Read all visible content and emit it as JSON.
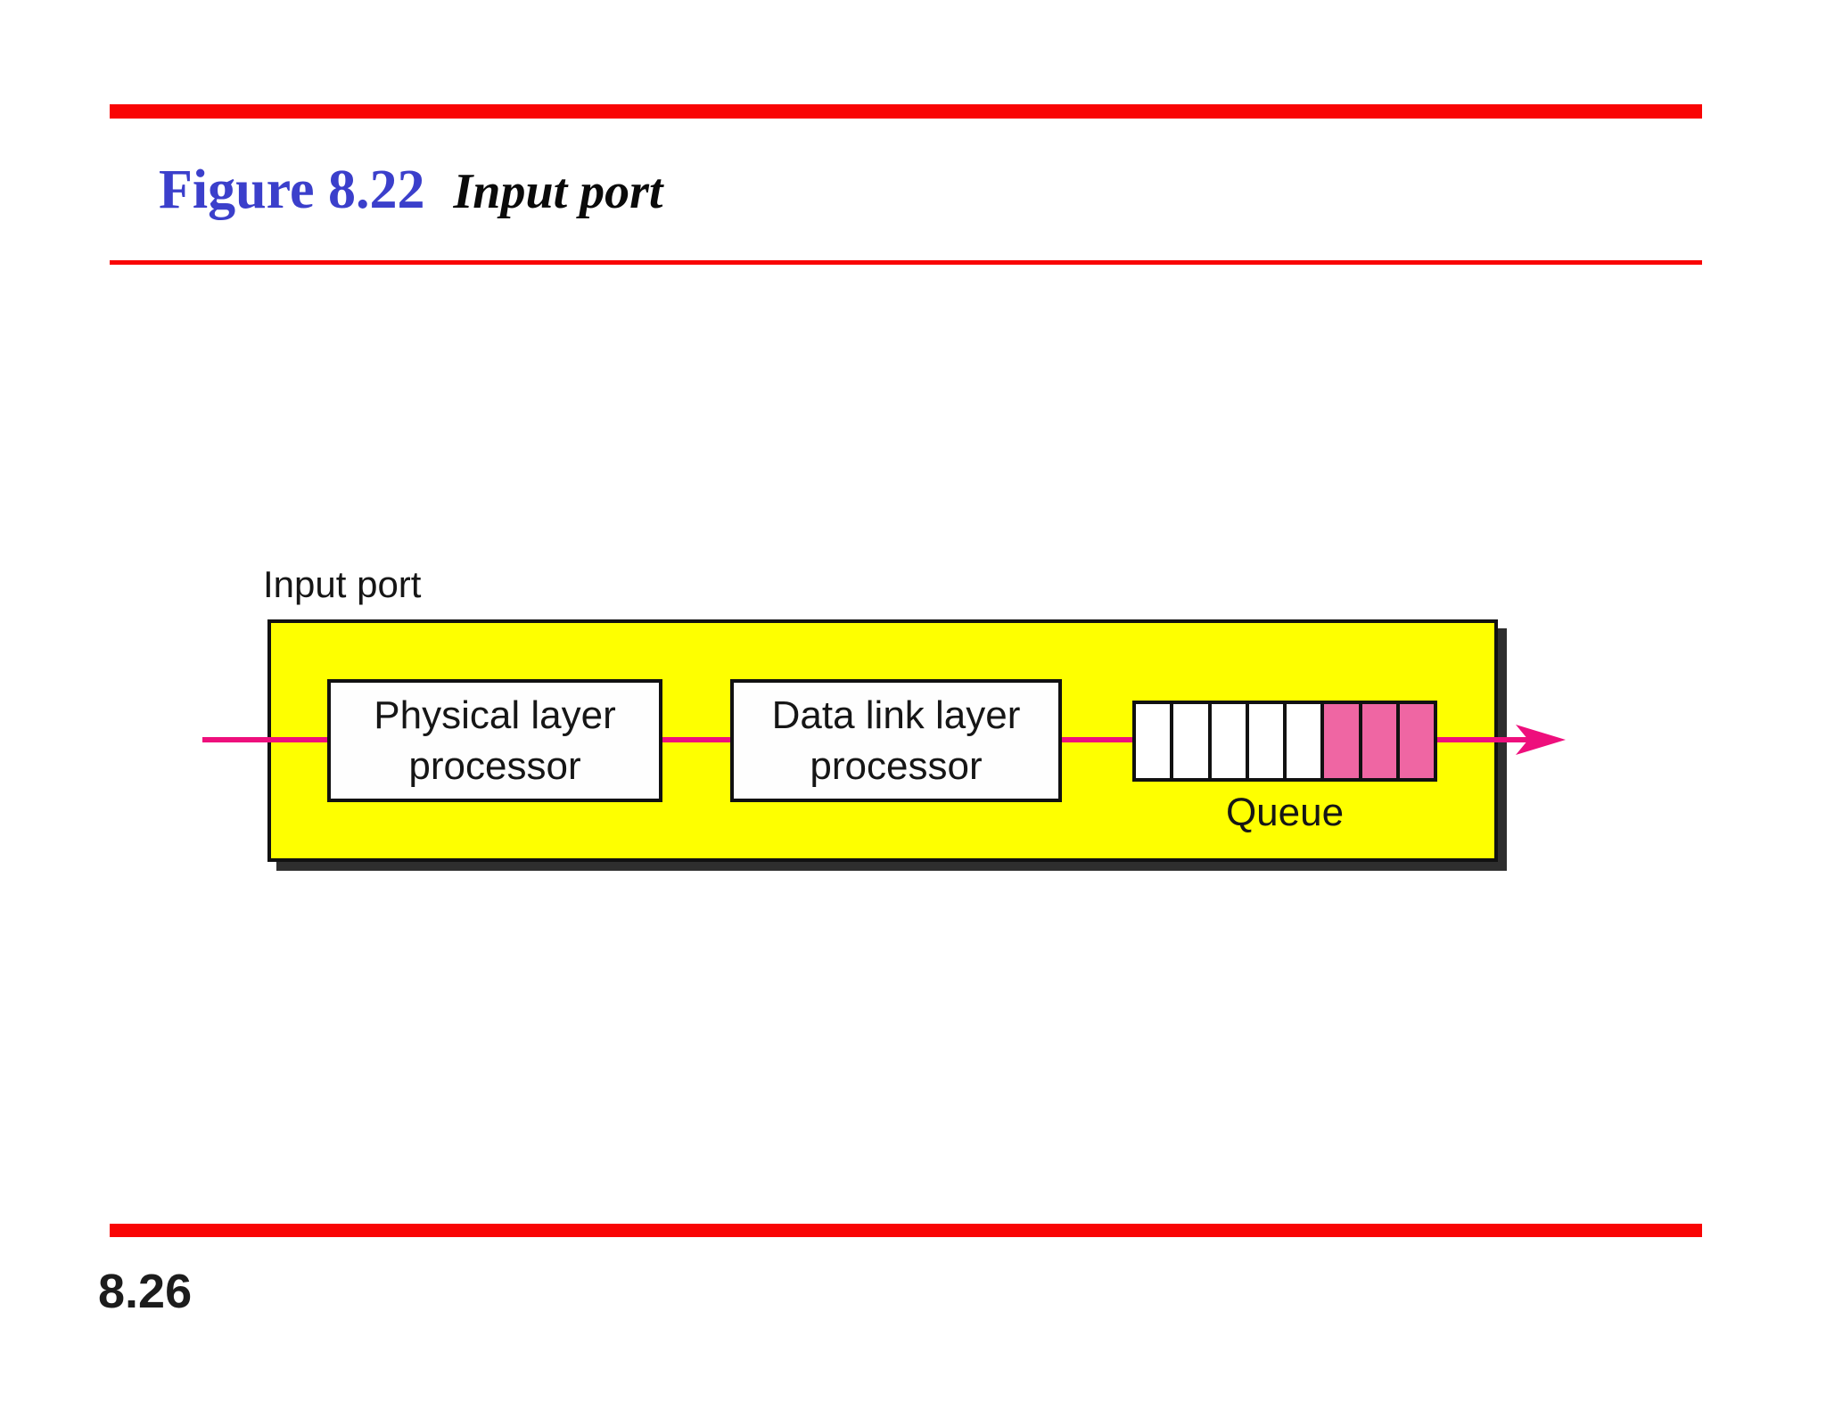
{
  "title": {
    "figure_number": "Figure 8.22",
    "figure_caption": "Input port"
  },
  "diagram": {
    "panel_label": "Input port",
    "boxes": [
      {
        "line1": "Physical layer",
        "line2": "processor"
      },
      {
        "line1": "Data link layer",
        "line2": "processor"
      }
    ],
    "queue": {
      "label": "Queue",
      "cells": [
        "empty",
        "empty",
        "empty",
        "empty",
        "empty",
        "filled",
        "filled",
        "filled"
      ]
    }
  },
  "footer": {
    "page_number": "8.26"
  },
  "colors": {
    "accent_red": "#f90505",
    "title_blue": "#3b3fcb",
    "panel_yellow": "#feff00",
    "flow_pink": "#ee0f7c",
    "cell_pink": "#ef66a3",
    "shadow_dark": "#2e2e2e"
  }
}
